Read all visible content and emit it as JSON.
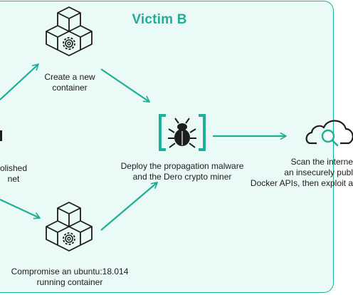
{
  "diagram": {
    "title": "Victim B",
    "nodes": {
      "partial_left": {
        "line1": "olished",
        "line2": "net"
      },
      "create_container": {
        "line1": "Create a new",
        "line2": "container"
      },
      "deploy_malware": {
        "line1": "Deploy the propagation malware",
        "line2": "and the Dero crypto miner"
      },
      "scan_internet": {
        "line1": "Scan the interne",
        "line2": "an insecurely publ",
        "line3": "Docker APIs, then exploit a"
      },
      "compromise_ubuntu": {
        "line1": "Compromise an ubuntu:18.014",
        "line2": "running container"
      }
    },
    "icons": {
      "container_top": "container-cubes-gear-icon",
      "container_bottom": "container-cubes-gear-icon",
      "malware": "bug-in-brackets-icon",
      "cloud": "cloud-search-icon"
    },
    "colors": {
      "accent": "#1fae98",
      "panel_bg": "#eafaf6",
      "ink": "#1d1d1b"
    }
  }
}
